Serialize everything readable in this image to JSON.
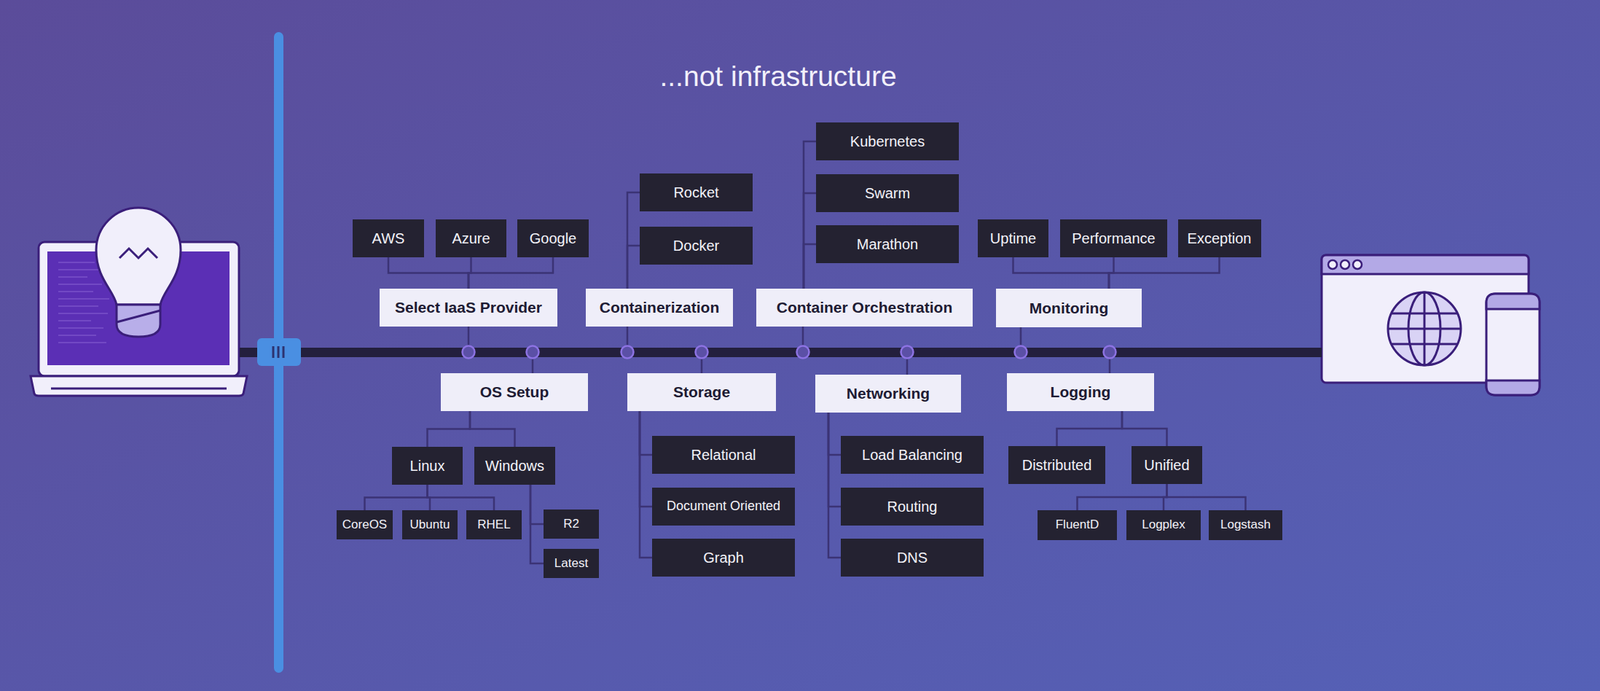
{
  "diagram": {
    "title": "...not infrastructure",
    "nodes": [
      {
        "text": [
          "Select IaaS Provider"
        ]
      },
      {
        "text": [
          "AWS"
        ]
      },
      {
        "text": [
          "Azure"
        ]
      },
      {
        "text": [
          "Google"
        ]
      },
      {
        "text": [
          "OS Setup"
        ]
      },
      {
        "text": [
          "Linux"
        ]
      },
      {
        "text": [
          "Windows"
        ]
      },
      {
        "text": [
          "CoreOS"
        ]
      },
      {
        "text": [
          "Ubuntu"
        ]
      },
      {
        "text": [
          "RHEL"
        ]
      },
      {
        "text": [
          "R2"
        ]
      },
      {
        "text": [
          "Latest"
        ]
      },
      {
        "text": [
          "Containerization"
        ]
      },
      {
        "text": [
          "Rocket"
        ]
      },
      {
        "text": [
          "Docker"
        ]
      },
      {
        "text": [
          "Storage"
        ]
      },
      {
        "text": [
          "Relational"
        ]
      },
      {
        "text": [
          "Document Oriented"
        ]
      },
      {
        "text": [
          "Graph"
        ]
      },
      {
        "text": [
          "Container Orchestration"
        ]
      },
      {
        "text": [
          "Kubernetes"
        ]
      },
      {
        "text": [
          "Swarm"
        ]
      },
      {
        "text": [
          "Marathon"
        ]
      },
      {
        "text": [
          "Networking"
        ]
      },
      {
        "text": [
          "Load Balancing"
        ]
      },
      {
        "text": [
          "Routing"
        ]
      },
      {
        "text": [
          "DNS"
        ]
      },
      {
        "text": [
          "Monitoring"
        ]
      },
      {
        "text": [
          "Uptime"
        ]
      },
      {
        "text": [
          "Performance"
        ]
      },
      {
        "text": [
          "Exception"
        ]
      },
      {
        "text": [
          "Logging"
        ]
      },
      {
        "text": [
          "Distributed"
        ]
      },
      {
        "text": [
          "Unified"
        ]
      },
      {
        "text": [
          "FluentD"
        ]
      },
      {
        "text": [
          "Logplex"
        ]
      },
      {
        "text": [
          "Logstash"
        ]
      }
    ],
    "edges": [
      {
        "from": 0,
        "to": 1,
        "arrow": "none"
      },
      {
        "from": 0,
        "to": 2,
        "arrow": "none"
      },
      {
        "from": 0,
        "to": 3,
        "arrow": "none"
      },
      {
        "from": 4,
        "to": 5,
        "arrow": "none"
      },
      {
        "from": 4,
        "to": 6,
        "arrow": "none"
      },
      {
        "from": 5,
        "to": 7,
        "arrow": "none"
      },
      {
        "from": 5,
        "to": 8,
        "arrow": "none"
      },
      {
        "from": 5,
        "to": 9,
        "arrow": "none"
      },
      {
        "from": 6,
        "to": 10,
        "arrow": "none"
      },
      {
        "from": 6,
        "to": 11,
        "arrow": "none"
      },
      {
        "from": 12,
        "to": 13,
        "arrow": "none"
      },
      {
        "from": 12,
        "to": 14,
        "arrow": "none"
      },
      {
        "from": 15,
        "to": 16,
        "arrow": "none"
      },
      {
        "from": 15,
        "to": 17,
        "arrow": "none"
      },
      {
        "from": 15,
        "to": 18,
        "arrow": "none"
      },
      {
        "from": 19,
        "to": 20,
        "arrow": "none"
      },
      {
        "from": 19,
        "to": 21,
        "arrow": "none"
      },
      {
        "from": 19,
        "to": 22,
        "arrow": "none"
      },
      {
        "from": 23,
        "to": 24,
        "arrow": "none"
      },
      {
        "from": 23,
        "to": 25,
        "arrow": "none"
      },
      {
        "from": 23,
        "to": 26,
        "arrow": "none"
      },
      {
        "from": 27,
        "to": 28,
        "arrow": "none"
      },
      {
        "from": 27,
        "to": 29,
        "arrow": "none"
      },
      {
        "from": 27,
        "to": 30,
        "arrow": "none"
      },
      {
        "from": 31,
        "to": 32,
        "arrow": "none"
      },
      {
        "from": 31,
        "to": 33,
        "arrow": "none"
      },
      {
        "from": 33,
        "to": 34,
        "arrow": "none"
      },
      {
        "from": 33,
        "to": 35,
        "arrow": "none"
      },
      {
        "from": 33,
        "to": 36,
        "arrow": "none"
      }
    ]
  }
}
